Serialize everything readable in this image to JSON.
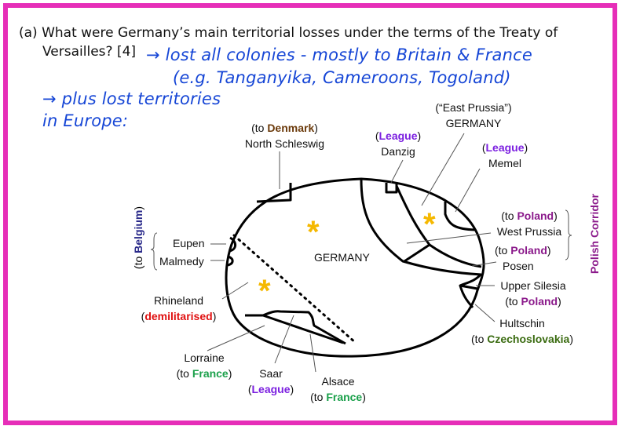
{
  "question": {
    "line1": "(a) What were Germany’s main territorial losses under the terms of the Treaty of",
    "line2": "Versailles? [4]"
  },
  "answer": {
    "line1": "→ lost all colonies - mostly to Britain & France",
    "line2": "(e.g. Tanganyika, Cameroons, Togoland)",
    "line3": "→ plus lost territories",
    "line4": "in Europe:"
  },
  "map": {
    "germany": "GERMANY",
    "east_prussia": {
      "name": "(“East Prussia”)",
      "sub": "GERMANY"
    },
    "north_schleswig": {
      "open": "(to ",
      "to": "Denmark",
      "close": ")",
      "name": "North Schleswig"
    },
    "danzig": {
      "open": "(",
      "to": "League",
      "close": ")",
      "name": "Danzig"
    },
    "memel": {
      "open": "(",
      "to": "League",
      "close": ")",
      "name": "Memel"
    },
    "west_prussia": {
      "open": "(to ",
      "to": "Poland",
      "close": ")",
      "name": "West Prussia"
    },
    "posen": {
      "open": "(to ",
      "to": "Poland",
      "close": ")",
      "name": "Posen"
    },
    "upper_silesia": {
      "name": "Upper Silesia",
      "open": "(to ",
      "to": "Poland",
      "close": ")"
    },
    "hultschin": {
      "name": "Hultschin",
      "open": "(to ",
      "to": "Czechoslovakia",
      "close": ")"
    },
    "polish_corridor": "Polish Corridor",
    "belgium": {
      "open": "(to ",
      "to": "Belgium",
      "close": ")"
    },
    "eupen": "Eupen",
    "malmedy": "Malmedy",
    "rhineland": {
      "name": "Rhineland",
      "open": "(",
      "note": "demilitarised",
      "close": ")"
    },
    "lorraine": {
      "name": "Lorraine",
      "open": "(to ",
      "to": "France",
      "close": ")"
    },
    "saar": {
      "name": "Saar",
      "open": "(",
      "to": "League",
      "close": ")"
    },
    "alsace": {
      "name": "Alsace",
      "open": "(to ",
      "to": "France",
      "close": ")"
    },
    "star": "*"
  },
  "colors": {
    "border": "#e62eb8",
    "handwriting": "#1646d6",
    "star": "#f5b800"
  }
}
